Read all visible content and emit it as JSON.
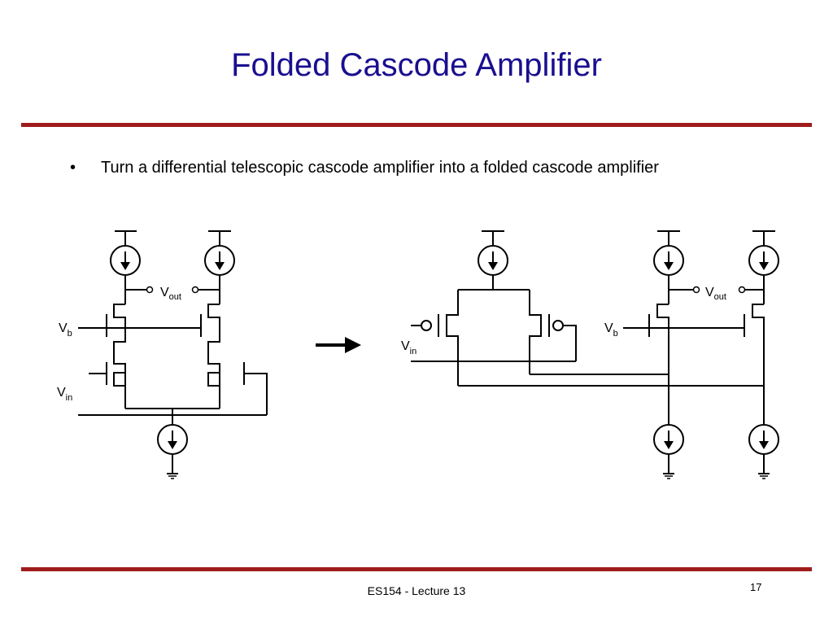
{
  "slide": {
    "title": "Folded Cascode Amplifier",
    "bullet": "Turn a differential telescopic cascode amplifier into a folded cascode amplifier",
    "footer": "ES154 - Lecture 13",
    "page_number": "17"
  },
  "labels": {
    "v": "V",
    "out": "out",
    "b": "b",
    "in": "in"
  },
  "colors": {
    "title": "#1a0f8f",
    "rule": "#a01c1c"
  }
}
